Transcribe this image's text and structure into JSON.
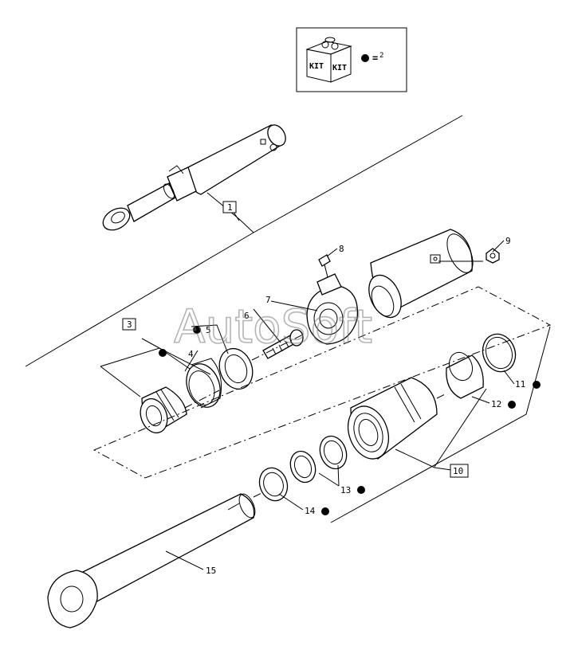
{
  "kit": {
    "tag_left": "KIT",
    "tag_right": "KIT",
    "eq_sign": "=",
    "equals_value": "2"
  },
  "watermark": "AutoSoft",
  "callouts": {
    "c1": "1",
    "c3": "3",
    "c4": "4",
    "c5": "5",
    "c6": "6",
    "c7": "7",
    "c8": "8",
    "c9": "9",
    "c10": "10",
    "c11": "11",
    "c12": "12",
    "c13": "13",
    "c14": "14",
    "c15": "15"
  },
  "kit_marked_items": [
    "4",
    "5",
    "11",
    "12",
    "13",
    "14"
  ]
}
